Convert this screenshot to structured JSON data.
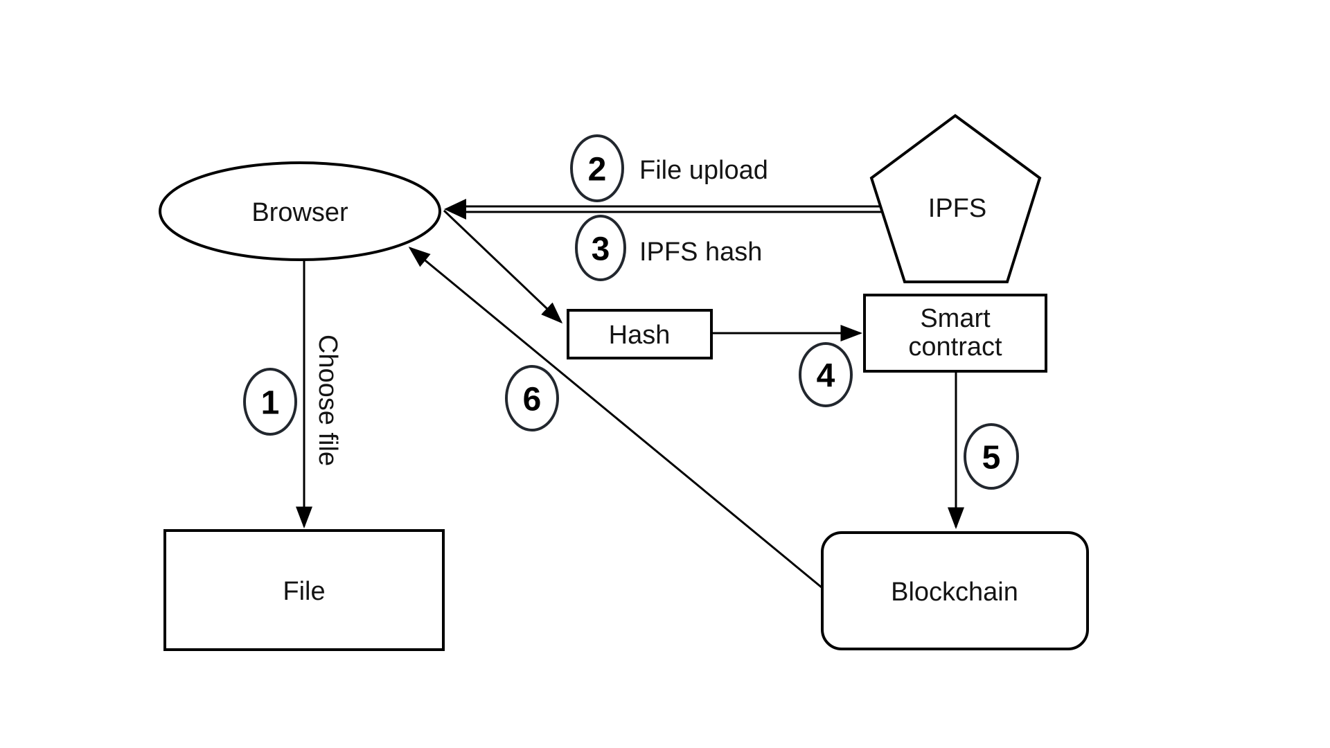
{
  "diagram": {
    "description": "File upload flow between Browser, IPFS, Smart contract and Blockchain",
    "nodes": {
      "browser": {
        "label": "Browser"
      },
      "ipfs": {
        "label": "IPFS"
      },
      "hash": {
        "label": "Hash"
      },
      "smart_contract": {
        "label": "Smart contract",
        "line1": "Smart",
        "line2": "contract"
      },
      "file": {
        "label": "File"
      },
      "blockchain": {
        "label": "Blockchain"
      }
    },
    "edges": {
      "choose_file": {
        "step": "1",
        "label": "Choose file",
        "from": "Browser",
        "to": "File"
      },
      "file_upload": {
        "step": "2",
        "label": "File upload",
        "from": "Browser",
        "to": "IPFS"
      },
      "ipfs_hash": {
        "step": "3",
        "label": "IPFS hash",
        "from": "IPFS",
        "to": "Browser"
      },
      "browser_to_hash": {
        "label": "",
        "from": "Browser",
        "to": "Hash"
      },
      "hash_to_contract": {
        "step": "4",
        "label": "",
        "from": "Hash",
        "to": "Smart contract"
      },
      "contract_to_blockchain": {
        "step": "5",
        "label": "",
        "from": "Smart contract",
        "to": "Blockchain"
      },
      "blockchain_to_browser": {
        "step": "6",
        "label": "",
        "from": "Blockchain",
        "to": "Browser"
      }
    },
    "colors": {
      "background": "#ffffff",
      "shape_stroke": "#000000",
      "badge_stroke": "#22272e",
      "text": "#141414"
    }
  }
}
